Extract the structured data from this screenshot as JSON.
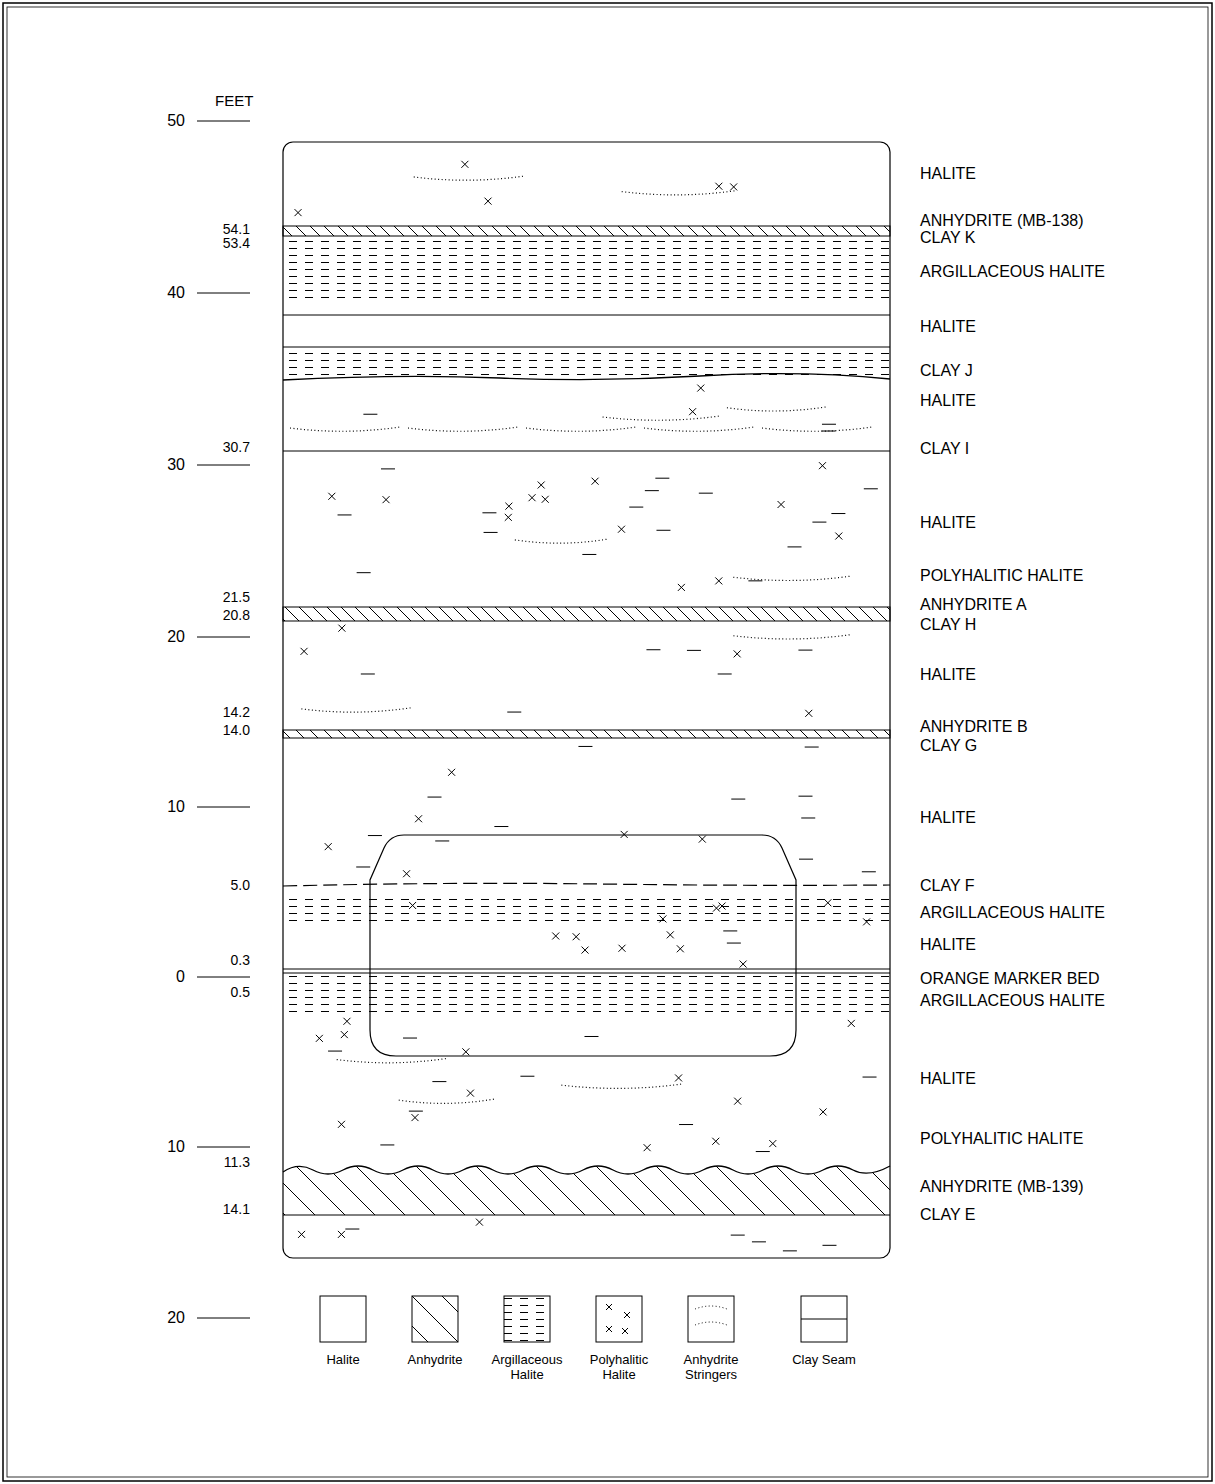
{
  "diagram": {
    "labels": [
      "FEET",
      "50",
      "40",
      "30",
      "20",
      "10",
      "0",
      "10",
      "20",
      "54.1",
      "53.4",
      "30.7",
      "21.5",
      "20.8",
      "14.2",
      "14.0",
      "5.0",
      "0.3",
      "0.5",
      "11.3",
      "14.1",
      "HALITE",
      "ANHYDRITE (MB-138)",
      "CLAY K",
      "ARGILLACEOUS HALITE",
      "HALITE",
      "CLAY J",
      "HALITE",
      "CLAY I",
      "HALITE",
      "POLYHALITIC HALITE",
      "ANHYDRITE A",
      "CLAY H",
      "HALITE",
      "ANHYDRITE B",
      "CLAY G",
      "HALITE",
      "CLAY F",
      "ARGILLACEOUS HALITE",
      "HALITE",
      "ORANGE MARKER BED",
      "ARGILLACEOUS HALITE",
      "HALITE",
      "POLYHALITIC HALITE",
      "ANHYDRITE (MB-139)",
      "CLAY E"
    ],
    "legend": [
      {
        "text": "Halite"
      },
      {
        "text": "Anhydrite"
      },
      {
        "text": "Argillaceous Halite"
      },
      {
        "text": "Polyhalitic Halite"
      },
      {
        "text": "Anhydrite Stringers"
      },
      {
        "text": "Clay Seam"
      }
    ]
  }
}
